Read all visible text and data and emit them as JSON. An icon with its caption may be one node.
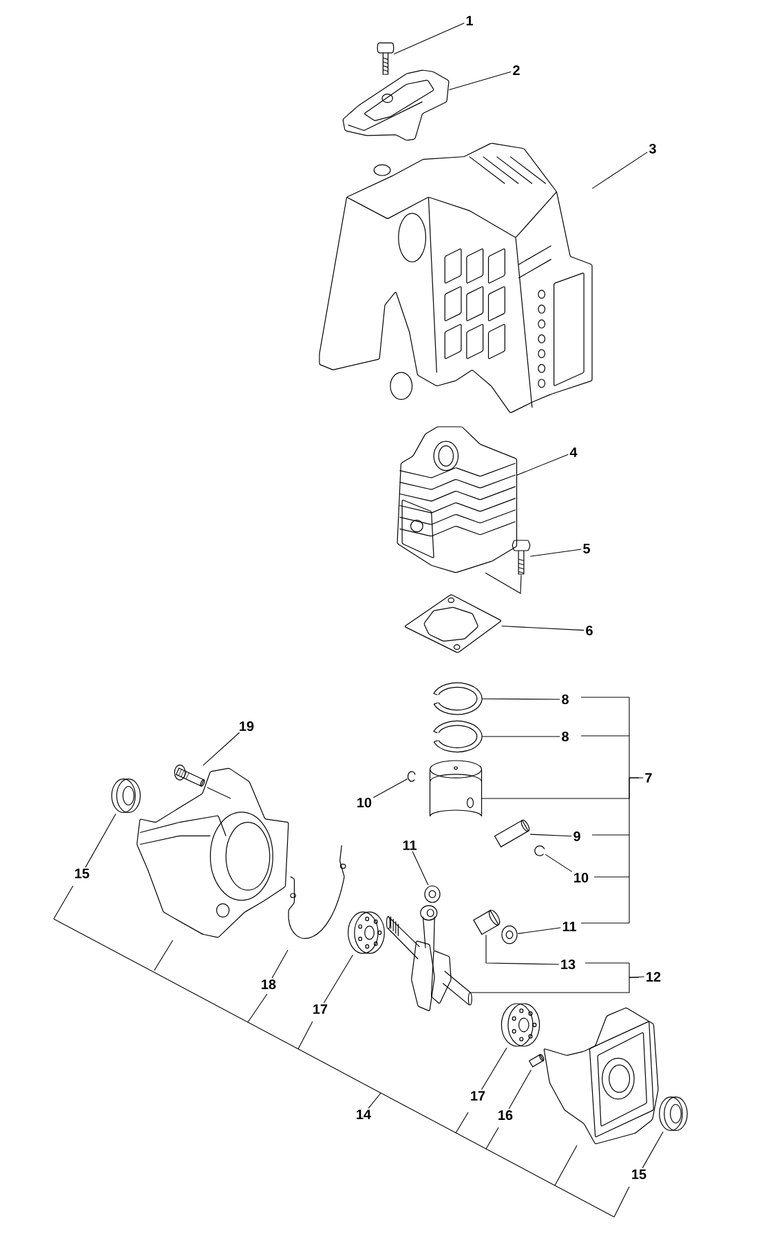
{
  "diagram": {
    "nodes": [
      {
        "text": [
          "1"
        ]
      },
      {
        "text": [],
        "shape": "picture"
      },
      {
        "text": [
          "2"
        ]
      },
      {
        "text": [],
        "shape": "picture"
      },
      {
        "text": [
          "3"
        ]
      },
      {
        "text": [],
        "shape": "picture"
      },
      {
        "text": [
          "4"
        ]
      },
      {
        "text": [],
        "shape": "picture"
      },
      {
        "text": [
          "5"
        ]
      },
      {
        "text": [],
        "shape": "picture"
      },
      {
        "text": [
          "6"
        ]
      },
      {
        "text": [],
        "shape": "picture"
      },
      {
        "text": [
          "8"
        ]
      },
      {
        "text": [],
        "shape": "picture"
      },
      {
        "text": [
          "8"
        ]
      },
      {
        "text": [],
        "shape": "picture"
      },
      {
        "text": [
          "7"
        ]
      },
      {
        "text": [
          "10"
        ]
      },
      {
        "text": [],
        "shape": "picture"
      },
      {
        "text": [],
        "shape": "picture"
      },
      {
        "text": [
          "9"
        ]
      },
      {
        "text": [],
        "shape": "picture"
      },
      {
        "text": [
          "10"
        ]
      },
      {
        "text": [],
        "shape": "picture"
      },
      {
        "text": [
          "11"
        ]
      },
      {
        "text": [],
        "shape": "picture"
      },
      {
        "text": [
          "11"
        ]
      },
      {
        "text": [],
        "shape": "picture"
      },
      {
        "text": [
          "13"
        ]
      },
      {
        "text": [],
        "shape": "picture"
      },
      {
        "text": [
          "12"
        ]
      },
      {
        "text": [],
        "shape": "picture"
      },
      {
        "text": [
          "19"
        ]
      },
      {
        "text": [],
        "shape": "picture"
      },
      {
        "text": [
          "15"
        ]
      },
      {
        "text": [],
        "shape": "picture"
      },
      {
        "text": [
          "18"
        ]
      },
      {
        "text": [],
        "shape": "picture"
      },
      {
        "text": [
          "17"
        ]
      },
      {
        "text": [],
        "shape": "picture"
      },
      {
        "text": [
          "14"
        ]
      },
      {
        "text": [
          "17"
        ]
      },
      {
        "text": [],
        "shape": "picture"
      },
      {
        "text": [
          "16"
        ]
      },
      {
        "text": [],
        "shape": "picture"
      },
      {
        "text": [
          "15"
        ]
      },
      {
        "text": [],
        "shape": "picture"
      }
    ],
    "edges": [
      {
        "from": 0,
        "to": 1,
        "arrow": "none"
      },
      {
        "from": 2,
        "to": 3,
        "arrow": "none"
      },
      {
        "from": 4,
        "to": 5,
        "arrow": "none"
      },
      {
        "from": 6,
        "to": 7,
        "arrow": "none"
      },
      {
        "from": 8,
        "to": 9,
        "arrow": "none"
      },
      {
        "from": 10,
        "to": 11,
        "arrow": "none"
      },
      {
        "from": 12,
        "to": 13,
        "arrow": "none"
      },
      {
        "from": 14,
        "to": 15,
        "arrow": "none"
      },
      {
        "from": 16,
        "to": 19,
        "arrow": "none"
      },
      {
        "from": 17,
        "to": 18,
        "arrow": "none"
      },
      {
        "from": 20,
        "to": 21,
        "arrow": "none"
      },
      {
        "from": 22,
        "to": 23,
        "arrow": "none"
      },
      {
        "from": 24,
        "to": 25,
        "arrow": "none"
      },
      {
        "from": 26,
        "to": 27,
        "arrow": "none"
      },
      {
        "from": 28,
        "to": 29,
        "arrow": "none"
      },
      {
        "from": 30,
        "to": 31,
        "arrow": "none"
      },
      {
        "from": 32,
        "to": 33,
        "arrow": "none"
      },
      {
        "from": 34,
        "to": 35,
        "arrow": "none"
      },
      {
        "from": 36,
        "to": 37,
        "arrow": "none"
      },
      {
        "from": 38,
        "to": 39,
        "arrow": "none"
      },
      {
        "from": 40,
        "to": null,
        "arrow": "none"
      },
      {
        "from": 41,
        "to": 42,
        "arrow": "none"
      },
      {
        "from": 43,
        "to": 44,
        "arrow": "none"
      },
      {
        "from": 45,
        "to": 46,
        "arrow": "none"
      },
      {
        "from": 9,
        "to": 7,
        "arrow": "none"
      }
    ]
  }
}
